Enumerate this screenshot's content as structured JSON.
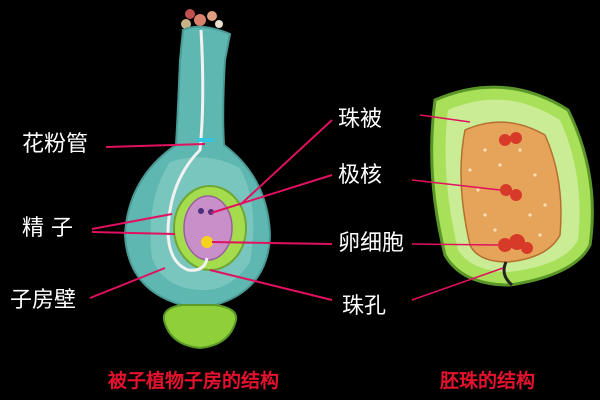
{
  "labels": {
    "pollen_tube": "花粉管",
    "sperm": "精  子",
    "ovary_wall": "子房壁",
    "integument": "珠被",
    "polar_nuclei": "极核",
    "egg_cell": "卵细胞",
    "micropyle": "珠孔"
  },
  "captions": {
    "ovary_structure": "被子植物子房的结构",
    "ovule_structure": "胚珠的结构"
  },
  "colors": {
    "background": "#000000",
    "leader_line": "#e0115f",
    "caption": "#e5122e",
    "ovary_body": "#5fb7b1",
    "ovule_outer": "#a8e05a",
    "nucellus": "#e6a35a"
  }
}
